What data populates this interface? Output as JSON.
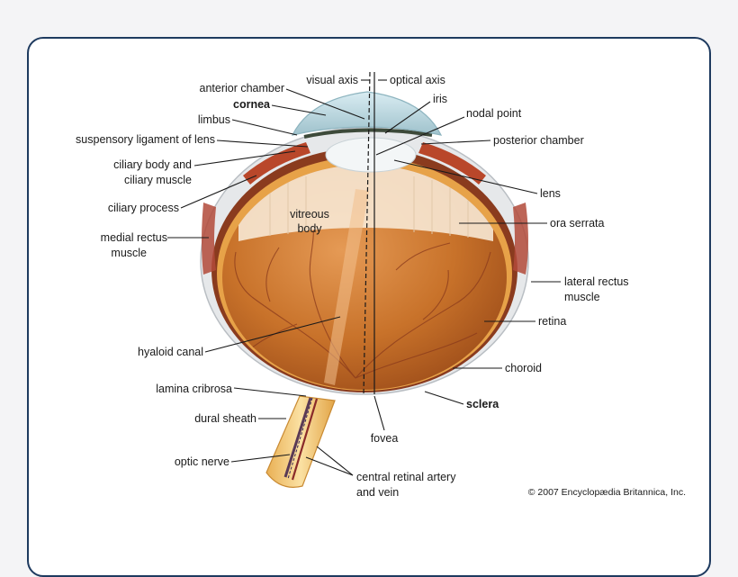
{
  "diagram": {
    "labels": {
      "visual_axis": "visual axis",
      "optical_axis": "optical axis",
      "anterior_chamber": "anterior chamber",
      "iris": "iris",
      "cornea": "cornea",
      "nodal_point": "nodal point",
      "limbus": "limbus",
      "suspensory_ligament": "suspensory ligament of lens",
      "posterior_chamber": "posterior chamber",
      "ciliary_body_1": "ciliary body and",
      "ciliary_body_2": "ciliary muscle",
      "lens": "lens",
      "ciliary_process": "ciliary process",
      "vitreous_1": "vitreous",
      "vitreous_2": "body",
      "ora_serrata": "ora serrata",
      "medial_rectus_1": "medial rectus",
      "medial_rectus_2": "muscle",
      "lateral_rectus_1": "lateral rectus",
      "lateral_rectus_2": "muscle",
      "retina": "retina",
      "hyaloid_canal": "hyaloid canal",
      "choroid": "choroid",
      "lamina_cribrosa": "lamina cribrosa",
      "sclera": "sclera",
      "dural_sheath": "dural sheath",
      "fovea": "fovea",
      "optic_nerve": "optic nerve",
      "central_artery_1": "central retinal artery",
      "central_artery_2": "and vein"
    },
    "copyright": "© 2007 Encyclopædia Britannica, Inc.",
    "colors": {
      "frame": "#1e3a5f",
      "vitreous": "#c8722a",
      "vitreous_dark": "#a4501a",
      "sclera": "#e6e8ea",
      "choroid": "#8a3b1e",
      "retina": "#e7a248",
      "optic_nerve": "#f0c36a"
    }
  }
}
